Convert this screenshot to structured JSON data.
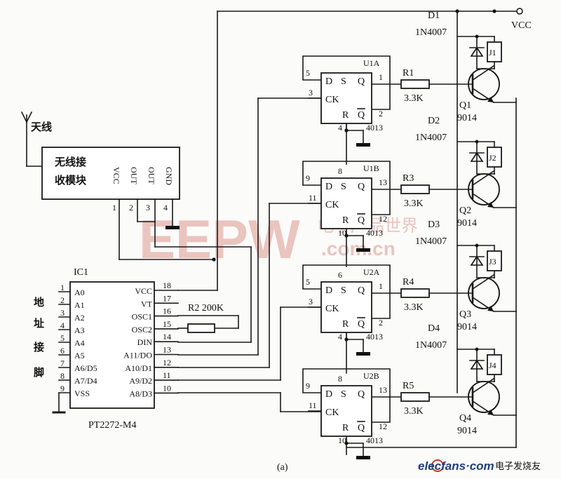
{
  "antenna": "天线",
  "receiver": {
    "line1": "无线接",
    "line2": "收模块",
    "pins": [
      "VCC",
      "OUT",
      "OUT",
      "GND"
    ],
    "pin_numbers": [
      "1",
      "2",
      "3",
      "4"
    ]
  },
  "vcc": "VCC",
  "ic1": {
    "ref": "IC1",
    "part": "PT2272-M4",
    "left_pins": [
      {
        "num": "1",
        "name": "A0"
      },
      {
        "num": "2",
        "name": "A1"
      },
      {
        "num": "3",
        "name": "A2"
      },
      {
        "num": "4",
        "name": "A3"
      },
      {
        "num": "5",
        "name": "A4"
      },
      {
        "num": "6",
        "name": "A5"
      },
      {
        "num": "7",
        "name": "A6/D5"
      },
      {
        "num": "8",
        "name": "A7/D4"
      },
      {
        "num": "9",
        "name": "VSS"
      }
    ],
    "right_pins": [
      {
        "num": "18",
        "name": "VCC"
      },
      {
        "num": "17",
        "name": "VT"
      },
      {
        "num": "16",
        "name": "OSC1"
      },
      {
        "num": "15",
        "name": "OSC2"
      },
      {
        "num": "14",
        "name": "DIN"
      },
      {
        "num": "13",
        "name": "A11/DO"
      },
      {
        "num": "12",
        "name": "A10/D1"
      },
      {
        "num": "11",
        "name": "A9/D2"
      },
      {
        "num": "10",
        "name": "A8/D3"
      }
    ],
    "side_label": [
      "地",
      "址",
      "接",
      "脚"
    ]
  },
  "r2": "R2  200K",
  "flipflops": [
    {
      "ref": "U1A",
      "d": "D",
      "s": "S",
      "q": "Q",
      "ck": "CK",
      "r": "R",
      "qb": "Q",
      "p_d": "5",
      "p_ck": "3",
      "p_q": "1",
      "p_qb": "2",
      "p_r": "4",
      "part": "4013"
    },
    {
      "ref": "U1B",
      "d": "D",
      "s": "S",
      "q": "Q",
      "ck": "CK",
      "r": "R",
      "qb": "Q",
      "p_d": "9",
      "p_ck": "11",
      "p_q": "13",
      "p_qb": "12",
      "p_s": "8",
      "p_r": "10",
      "part": "4013"
    },
    {
      "ref": "U2A",
      "d": "D",
      "s": "S",
      "q": "Q",
      "ck": "CK",
      "r": "R",
      "qb": "Q",
      "p_d": "5",
      "p_ck": "3",
      "p_q": "1",
      "p_qb": "2",
      "p_s": "6",
      "p_r": "4",
      "part": "4013"
    },
    {
      "ref": "U2B",
      "d": "D",
      "s": "S",
      "q": "Q",
      "ck": "CK",
      "r": "R",
      "qb": "Q",
      "p_d": "9",
      "p_ck": "11",
      "p_q": "13",
      "p_qb": "12",
      "p_s": "8",
      "p_r": "10",
      "part": "4013"
    }
  ],
  "resistors": [
    {
      "ref": "R1",
      "value": "3.3K"
    },
    {
      "ref": "R3",
      "value": "3.3K"
    },
    {
      "ref": "R4",
      "value": "3.3K"
    },
    {
      "ref": "R5",
      "value": "3.3K"
    }
  ],
  "transistors": [
    {
      "ref": "Q1",
      "part": "9014"
    },
    {
      "ref": "Q2",
      "part": "9014"
    },
    {
      "ref": "Q3",
      "part": "9014"
    },
    {
      "ref": "Q4",
      "part": "9014"
    }
  ],
  "diodes": [
    {
      "ref": "D1",
      "part": "1N4007"
    },
    {
      "ref": "D2",
      "part": "1N4007"
    },
    {
      "ref": "D3",
      "part": "1N4007"
    },
    {
      "ref": "D4",
      "part": "1N4007"
    }
  ],
  "relays": [
    "J1",
    "J2",
    "J3",
    "J4"
  ],
  "caption": "(a)",
  "watermark": {
    "eepw": "EEPW",
    "dotcom": ".com.cn",
    "cn": "电子产品世界"
  },
  "footer": {
    "site": "elecfans·com",
    "cn": "电子发烧友"
  }
}
